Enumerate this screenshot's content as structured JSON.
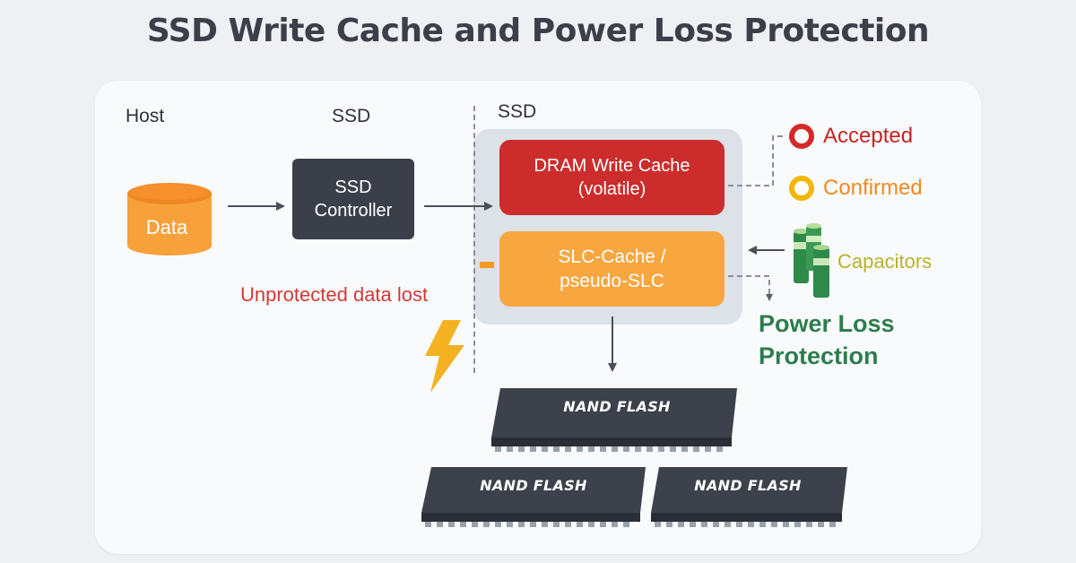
{
  "title": "SSD Write Cache and Power Loss Protection",
  "columns": {
    "host": "Host",
    "ssd": "SSD",
    "ssd_group": "SSD"
  },
  "nodes": {
    "data": "Data",
    "controller_line1": "SSD",
    "controller_line2": "Controller",
    "dram_line1": "DRAM Write Cache",
    "dram_line2": "(volatile)",
    "slc_line1": "SLC-Cache /",
    "slc_line2": "pseudo-SLC",
    "nand": [
      "NAND FLASH",
      "NAND FLASH",
      "NAND FLASH"
    ]
  },
  "legend": {
    "accepted": "Accepted",
    "confirmed": "Confirmed"
  },
  "capacitors": "Capacitors",
  "power_loss_protection": {
    "line1": "Power Loss",
    "line2": "Protection"
  },
  "warning": "Unprotected data lost",
  "colors": {
    "dram": "#cc2c2c",
    "slc": "#f8a640",
    "controller": "#3a3f4a",
    "data_cylinder": "#f6a13a",
    "accepted": "#c62323",
    "confirmed": "#f08a1c",
    "plp": "#2e7d4d",
    "capacitor": "#2f8a4a",
    "lightning": "#f4b223"
  },
  "icons": [
    "database-cylinder-icon",
    "lightning-bolt-icon",
    "capacitor-icon",
    "accepted-dot-icon",
    "confirmed-dot-icon"
  ]
}
